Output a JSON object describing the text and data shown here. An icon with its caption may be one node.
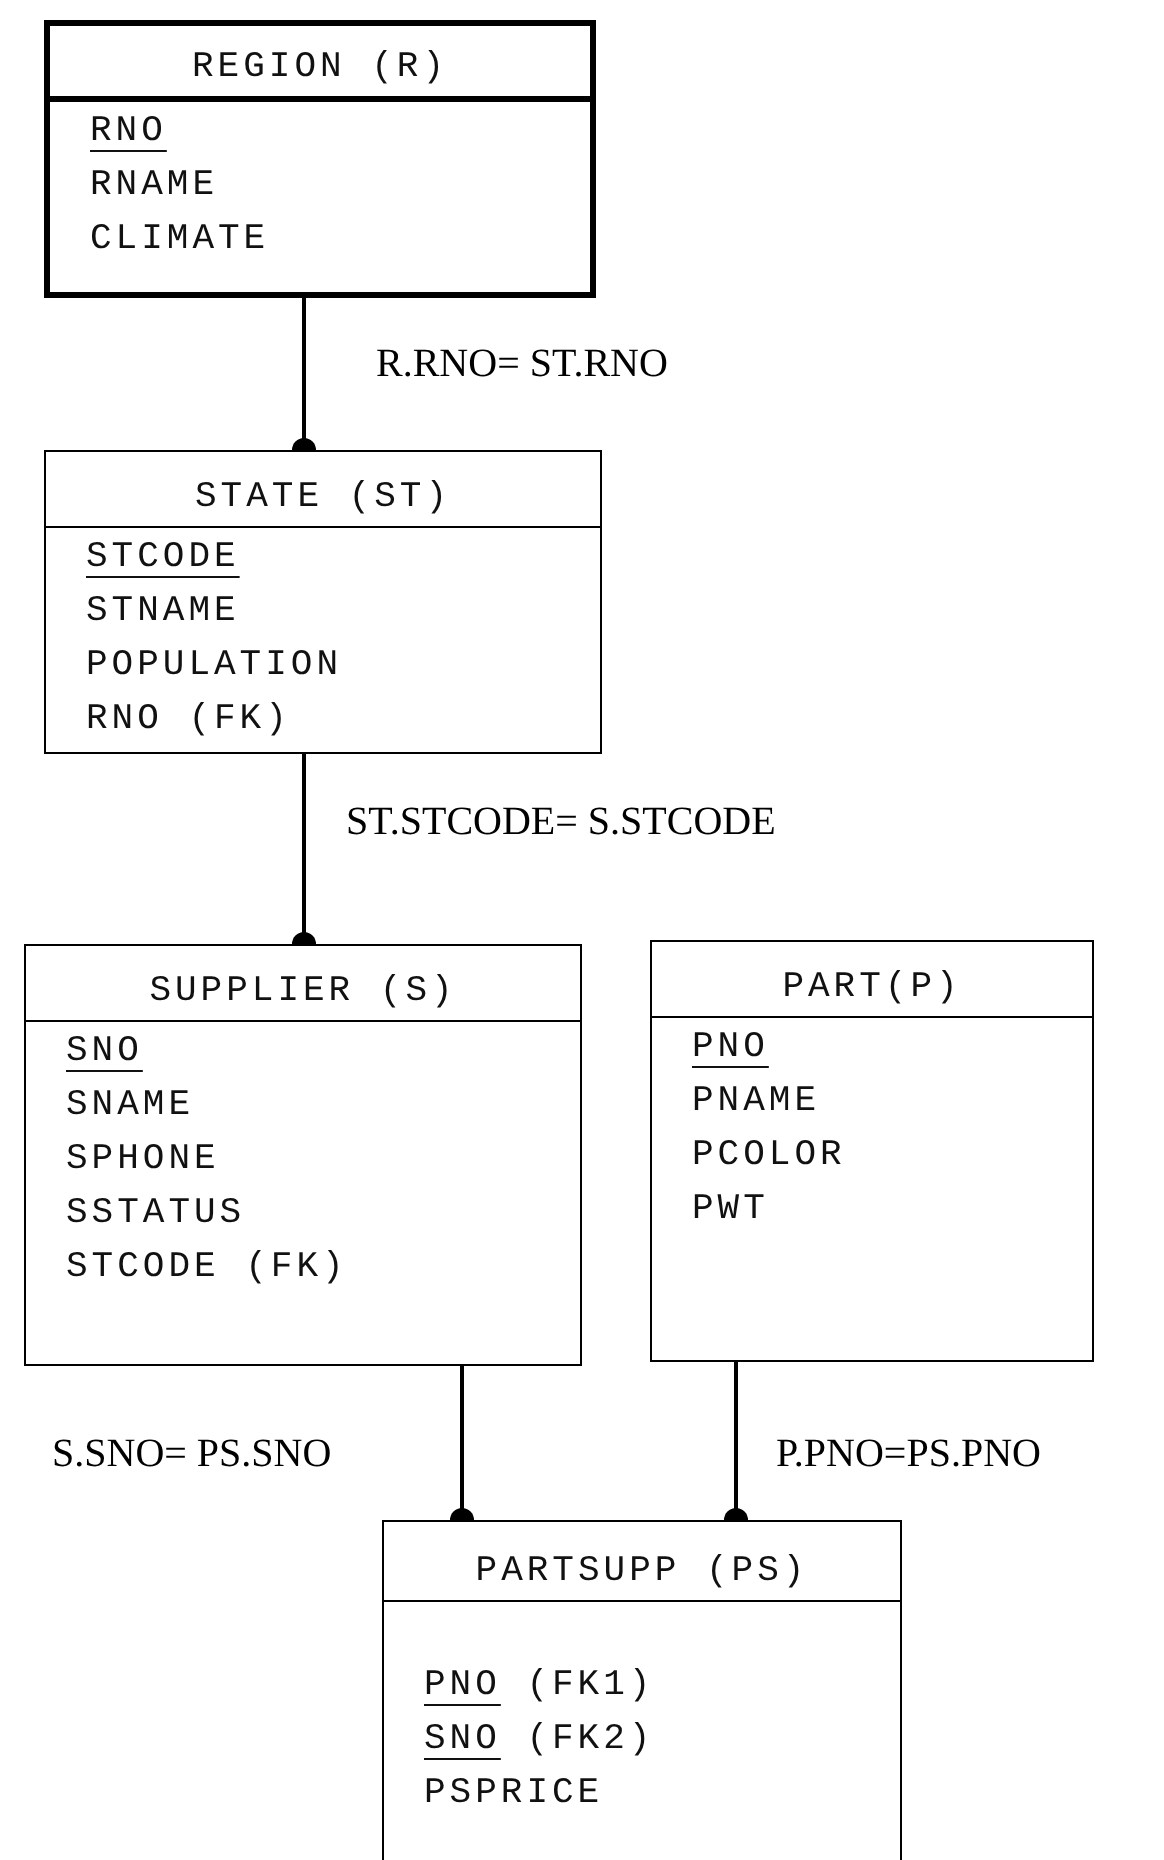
{
  "diagram": {
    "nodes": [
      {
        "text": [
          "REGION (R)",
          "RNO",
          "RNAME",
          "CLIMATE"
        ]
      },
      {
        "text": [
          "STATE (ST)",
          "STCODE",
          "STNAME",
          "POPULATION",
          "RNO (FK)"
        ]
      },
      {
        "text": [
          "SUPPLIER (S)",
          "SNO",
          "SNAME",
          "SPHONE",
          "SSTATUS",
          "STCODE (FK)"
        ]
      },
      {
        "text": [
          "PART(P)",
          "PNO",
          "PNAME",
          "PCOLOR",
          "PWT"
        ]
      },
      {
        "text": [
          "PARTSUPP (PS)",
          "PNO (FK1)",
          "SNO (FK2)",
          "PSPRICE"
        ]
      }
    ],
    "edges": [
      {
        "from": 0,
        "to": 1,
        "arrow": "other",
        "label": "R.RNO= ST.RNO"
      },
      {
        "from": 1,
        "to": 2,
        "arrow": "other",
        "label": "ST.STCODE= S.STCODE"
      },
      {
        "from": 2,
        "to": 4,
        "arrow": "other",
        "label": "S.SNO= PS.SNO"
      },
      {
        "from": 3,
        "to": 4,
        "arrow": "other",
        "label": "P.PNO=PS.PNO"
      }
    ]
  }
}
